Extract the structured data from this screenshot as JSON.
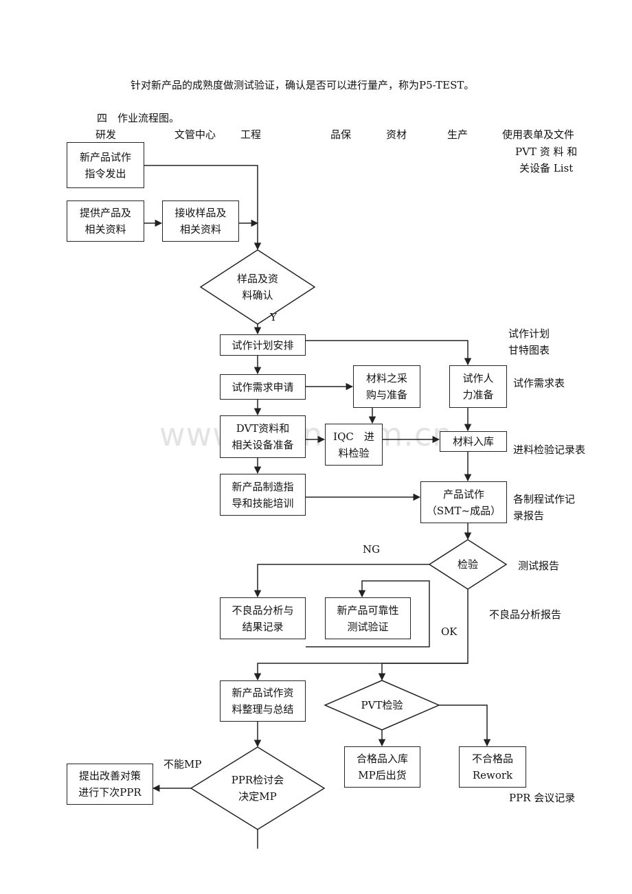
{
  "intro_text": "针对新产品的成熟度做测试验证，确认是否可以进行量产，称为P5-TEST。",
  "section_title": "四　作业流程图。",
  "columns": {
    "rd": "研发",
    "doc_center": "文管中心",
    "engineering": "工程",
    "qa": "品保",
    "materials": "资材",
    "production": "生产",
    "forms": "使用表单及文件"
  },
  "watermark": "www.zixin.com.cn",
  "boxes": {
    "trial_order": "新产品试作\n指令发出",
    "provide_data": "提供产品及\n相关资料",
    "receive_samples": "接收样品及\n相关资料",
    "trial_plan": "试作计划安排",
    "trial_request": "试作需求申请",
    "material_purchase": "材料之采\n购与准备",
    "manpower": "试作人\n力准备",
    "dvt_prep": "DVT资料和\n相关设备准备",
    "iqc": "IQC　进\n料检验",
    "warehouse_in": "材料入库",
    "training": "新产品制造指\n导和技能培训",
    "product_trial": "产品试作\n（SMT~成品）",
    "defect_analysis": "不良品分析与\n结果记录",
    "reliability_test": "新产品可靠性\n测试验证",
    "summary": "新产品试作资\n料整理与总结",
    "qualified": "合格品入库\nMP后出货",
    "unqualified": "不合格品\nRework",
    "improve": "提出改善对策\n进行下次PPR"
  },
  "diamonds": {
    "sample_confirm": "样品及资\n料确认",
    "inspection": "检验",
    "pvt_inspection": "PVT检验",
    "ppr": "PPR检讨会\n决定MP"
  },
  "labels": {
    "yes": "Y",
    "ng": "NG",
    "ok": "OK",
    "cannot_mp": "不能MP"
  },
  "forms_list": {
    "pvt_data": "PVT 资 料 和\n关设备 List",
    "trial_gantt": "试作计划\n甘特图表",
    "request_form": "试作需求表",
    "incoming_record": "进料检验记录表",
    "process_record": "各制程试作记\n录报告",
    "test_report": "测试报告",
    "defect_report": "不良品分析报告",
    "ppr_record": "PPR 会议记录"
  }
}
